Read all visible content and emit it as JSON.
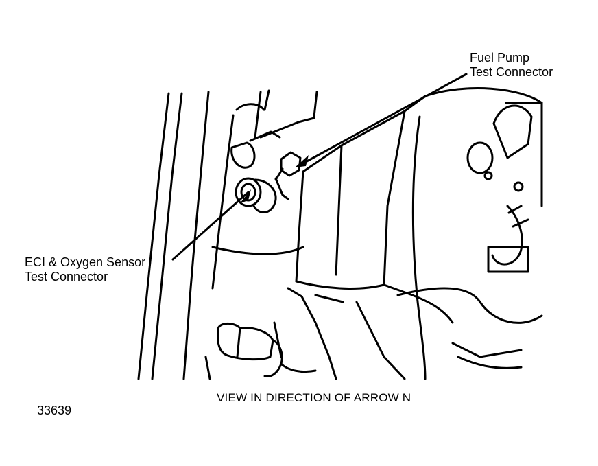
{
  "callouts": {
    "fuel_pump": {
      "line1": "Fuel Pump",
      "line2": "Test Connector"
    },
    "eci_oxygen": {
      "line1": "ECI & Oxygen Sensor",
      "line2": "Test Connector"
    }
  },
  "caption": "VIEW IN DIRECTION OF ARROW N",
  "figure_number": "33639",
  "colors": {
    "ink": "#000000",
    "paper": "#ffffff"
  }
}
